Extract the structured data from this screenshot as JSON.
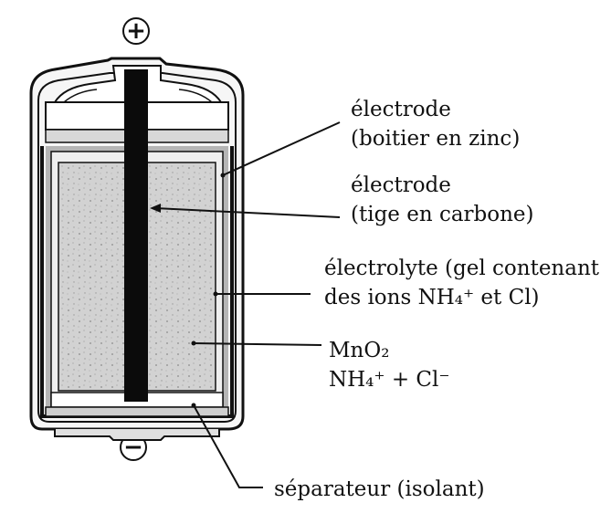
{
  "terminals": {
    "positive": "+",
    "negative": "−"
  },
  "labels": {
    "zinc_case": [
      "électrode",
      "(boitier en zinc)"
    ],
    "carbon_rod": [
      "électrode",
      "(tige en carbone)"
    ],
    "electrolyte": [
      "électrolyte (gel contenant",
      "des ions NH₄⁺ et Cl)"
    ],
    "mixture": [
      "MnO₂",
      "NH₄⁺ + Cl⁻"
    ],
    "separator": [
      "séparateur (isolant)"
    ]
  },
  "colors": {
    "ink": "#111111",
    "paste": "#c8c8c8",
    "lining": "#e4e4e4",
    "shell": "#f4f4f4"
  }
}
